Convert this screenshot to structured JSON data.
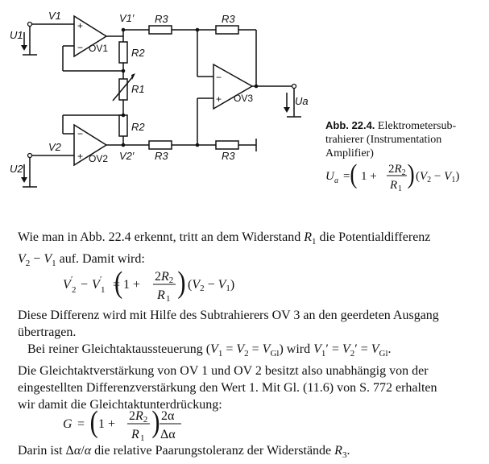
{
  "figure": {
    "labels": {
      "v1": "V1",
      "u1": "U1",
      "v1p": "V1′",
      "r3_top": "R3",
      "r3_top2": "R3",
      "r2_top": "R2",
      "ov1": "OV1",
      "r1": "R1",
      "r2_bot": "R2",
      "ov2": "OV2",
      "v2": "V2",
      "u2": "U2",
      "v2p": "V2′",
      "r3_bot": "R3",
      "r3_bot2": "R3",
      "ov3": "OV3",
      "ua": "Ua"
    },
    "caption_label": "Abb. 22.4.",
    "caption_text": "Elektrometersubtrahierer (Instrumentation Amplifier)",
    "caption_text_lines": [
      "Elektrometersub-",
      "trahierer (Instrumentation",
      "Amplifier)"
    ]
  },
  "body": {
    "p1_line1": "Wie man in Abb. 22.4 erkennt, tritt an dem Widerstand",
    "p1_line2": "auf. Damit wird:",
    "p2_line1": "Diese Differenz wird mit Hilfe des Subtrahierers OV 3 an den geerdeten Ausgang",
    "p2_line2": "übertragen.",
    "p3_line1": "Bei reiner Gleichtaktaussteuerung",
    "p3_line2": "Die Gleichtaktverstärkung von OV 1 und OV 2 besitzt also unabhängig von der",
    "p3_line3": "eingestellten Differenzverstärkung den Wert 1. Mit Gl. (11.6) von S. 772 erhalten",
    "p3_line4": "wir damit die Gleichtaktunterdrückung:",
    "p4_line1": "Darin ist",
    "p4_tail": "die relative Paarungstoleranz der Widerstände"
  },
  "math": {
    "p1_mid": "die Potentialdifferenz",
    "p3_wird": "wird",
    "gl": "Gl",
    "one_plus": "1 +",
    "two_r2": "2R",
    "two_alpha": "2α",
    "delta_alpha": "Δα"
  }
}
